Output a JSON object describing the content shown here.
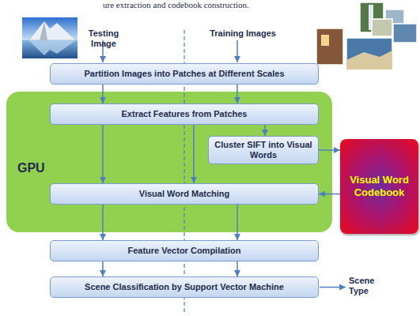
{
  "diagram": {
    "nodes": [
      {
        "text": [
          "Partition Images into Patches at Different Scales"
        ]
      },
      {
        "text": [
          "GPU"
        ]
      },
      {
        "text": [
          "Extract Features from Patches"
        ],
        "in": 1
      },
      {
        "text": [
          "Cluster SIFT into Visual Words"
        ],
        "in": 1
      },
      {
        "text": [
          "Visual Word Matching"
        ],
        "in": 1
      },
      {
        "text": [
          "Visual Word Codebook"
        ]
      },
      {
        "text": [
          "Feature Vector Compilation"
        ]
      },
      {
        "text": [
          "Scene Classification by Support Vector Machine"
        ]
      }
    ],
    "edges": [
      {
        "from": 0,
        "to": 2,
        "arrow": "to"
      },
      {
        "from": 0,
        "to": 2,
        "arrow": "to"
      },
      {
        "from": 2,
        "to": 4,
        "arrow": "to"
      },
      {
        "from": 2,
        "to": 4,
        "arrow": "to"
      },
      {
        "from": 2,
        "to": 3,
        "arrow": "to"
      },
      {
        "from": 3,
        "to": 5,
        "arrow": "to"
      },
      {
        "from": 5,
        "to": 4,
        "arrow": "to"
      },
      {
        "from": 4,
        "to": 6,
        "arrow": "to"
      },
      {
        "from": 4,
        "to": 6,
        "arrow": "to"
      },
      {
        "from": 6,
        "to": 7,
        "arrow": "to"
      },
      {
        "from": 6,
        "to": 7,
        "arrow": "to"
      }
    ],
    "labels": [
      "ure extraction and codebook construction.",
      "Testing Image",
      "Training Images",
      "Scene Type"
    ]
  }
}
